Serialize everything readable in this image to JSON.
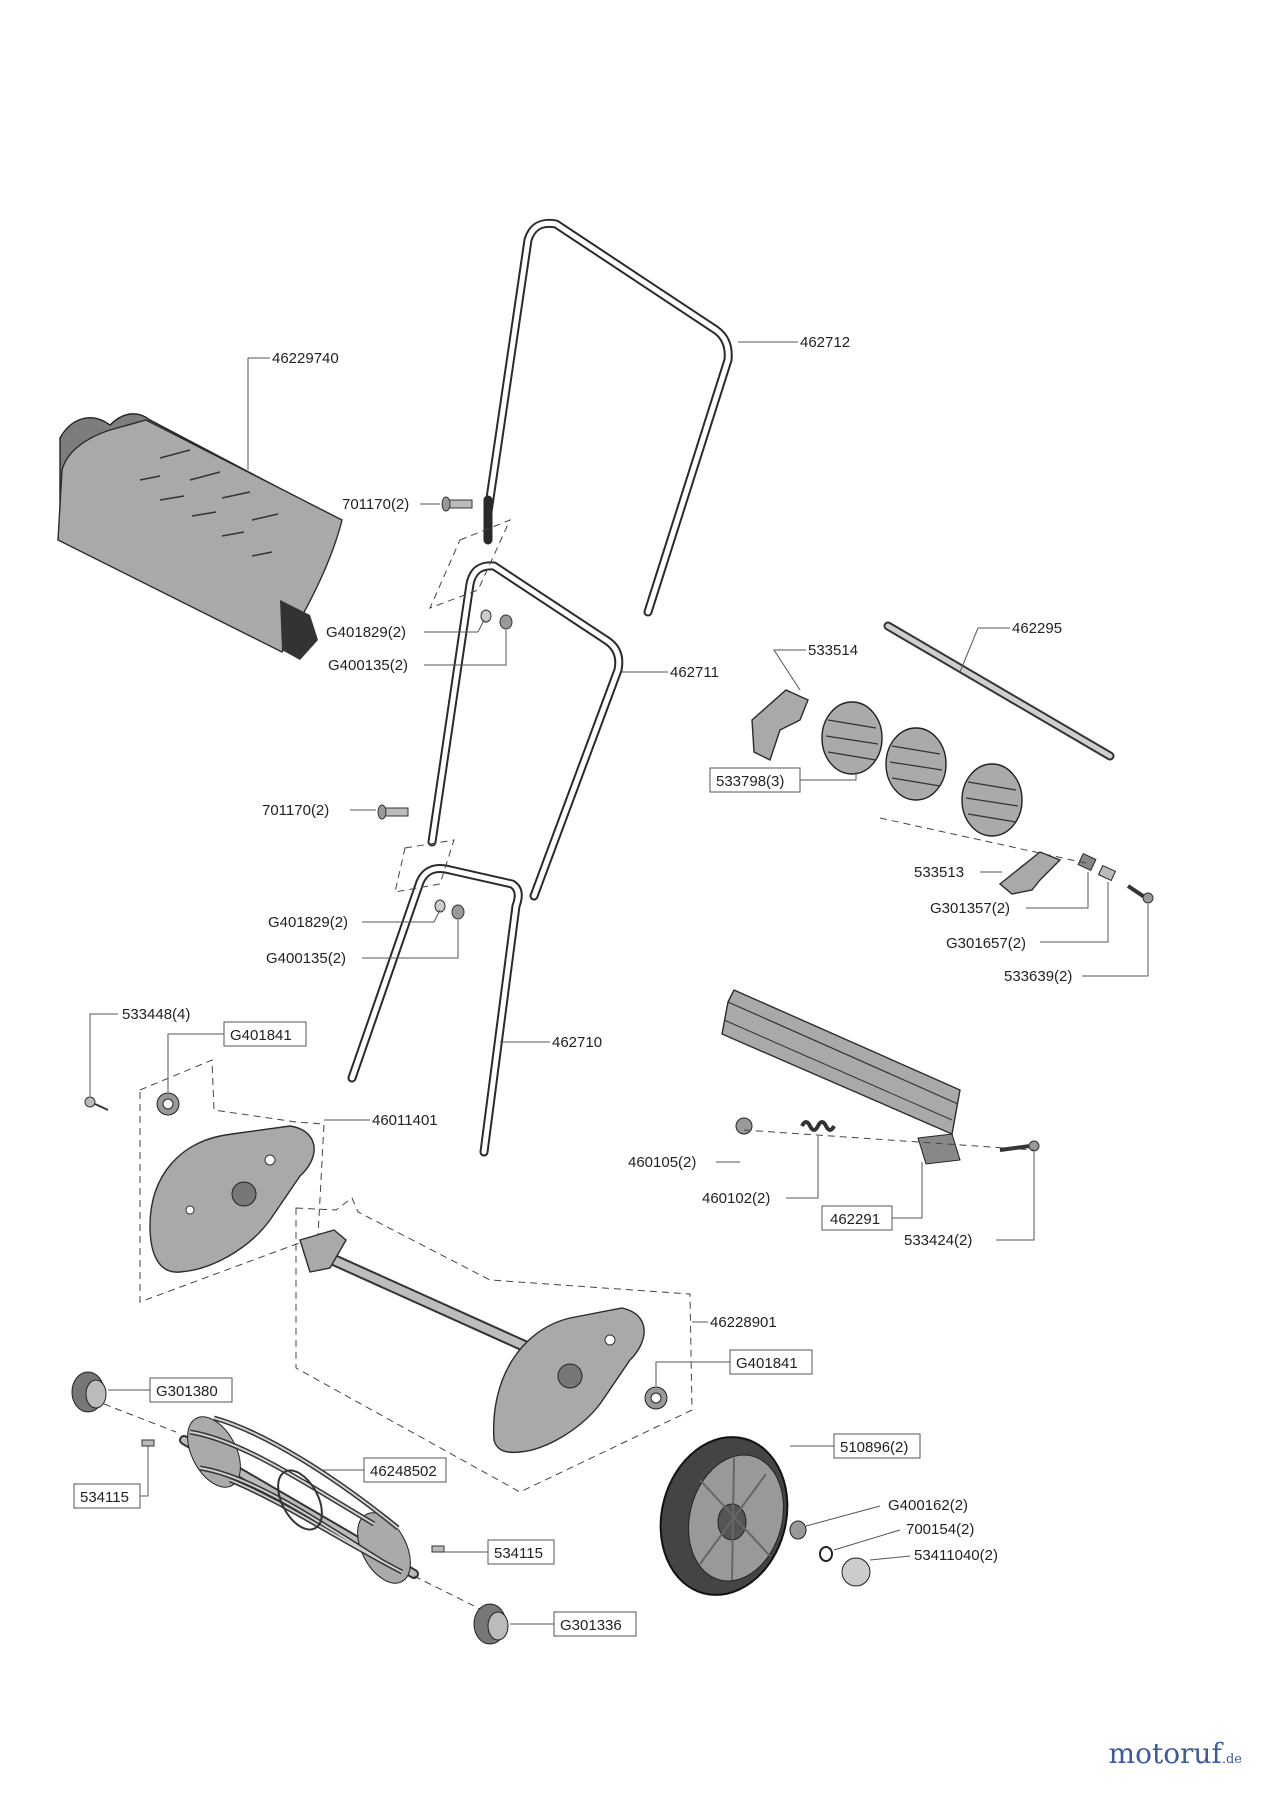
{
  "labels": {
    "grass_box": "46229740",
    "handle_top": "462712",
    "screw_top": "701170(2)",
    "washer_top": "G401829(2)",
    "nut_top": "G400135(2)",
    "handle_mid": "462711",
    "screw_mid": "701170(2)",
    "washer_mid": "G401829(2)",
    "nut_mid": "G400135(2)",
    "handle_low": "462710",
    "roller_shaft": "462295",
    "roller_bracket_left": "533514",
    "roller_segments": "533798(3)",
    "roller_bracket_right": "533513",
    "bush": "G301357(2)",
    "sleeve": "G301657(2)",
    "roller_screw": "533639(2)",
    "side_screw": "533448(4)",
    "bearing_left": "G401841",
    "side_plate_left": "46011401",
    "blade_nut": "460105(2)",
    "blade_spring": "460102(2)",
    "bottom_blade": "462291",
    "blade_screw": "533424(2)",
    "frame": "46228901",
    "bearing_right": "G401841",
    "pinion_left": "G301380",
    "key_left": "534115",
    "cutting_cylinder": "46248502",
    "wheel": "510896(2)",
    "washer_wheel": "G400162(2)",
    "clip": "700154(2)",
    "hubcap": "53411040(2)",
    "key_right": "534115",
    "pinion_right": "G301336"
  },
  "brand": {
    "name": "motoruf",
    "suffix": ".de"
  },
  "colors": {
    "brand": "#3c5aa0",
    "part_fill": "#a9a9a9",
    "line": "#555555"
  }
}
